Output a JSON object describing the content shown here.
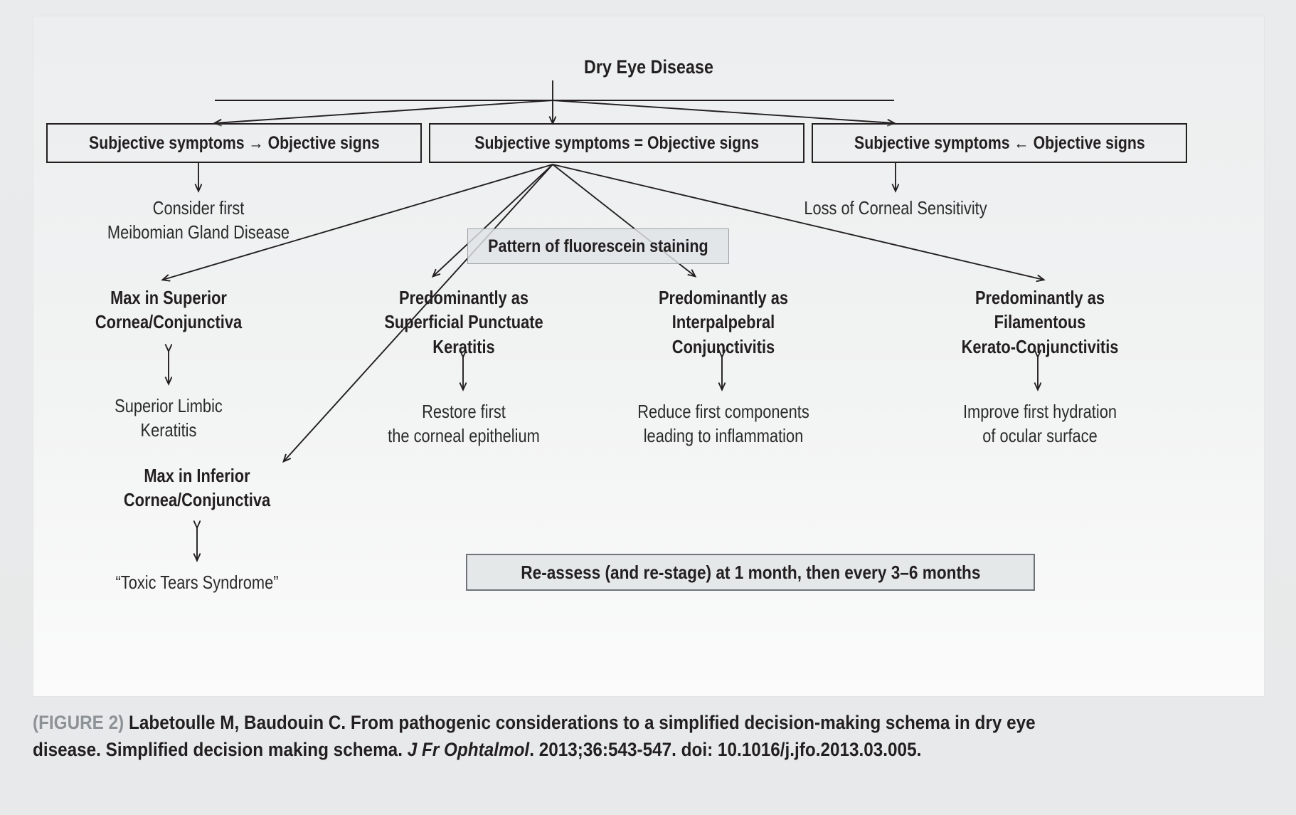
{
  "figure": {
    "title": "Dry Eye Disease",
    "top_boxes": [
      {
        "label": "Subjective symptoms → Objective signs"
      },
      {
        "label": "Subjective symptoms = Objective signs"
      },
      {
        "label": "Subjective symptoms ← Objective signs"
      }
    ],
    "pattern_box": "Pattern of fluorescein staining",
    "left_branch": {
      "line1": "Consider first",
      "line2": "Meibomian Gland Disease"
    },
    "right_branch": {
      "line1": "Loss of Corneal Sensitivity"
    },
    "branches": [
      {
        "heading": [
          "Max in Superior",
          "Cornea/Conjunctiva"
        ],
        "detail": [
          "Superior Limbic",
          "Keratitis"
        ]
      },
      {
        "heading": [
          "Predominantly as",
          "Superficial Punctuate",
          "Keratitis"
        ],
        "detail": [
          "Restore first",
          "the corneal epithelium"
        ]
      },
      {
        "heading": [
          "Predominantly as",
          "Interpalpebral",
          "Conjunctivitis"
        ],
        "detail": [
          "Reduce first components",
          "leading to inflammation"
        ]
      },
      {
        "heading": [
          "Predominantly as",
          "Filamentous",
          "Kerato-Conjunctivitis"
        ],
        "detail": [
          "Improve first hydration",
          "of ocular surface"
        ]
      },
      {
        "heading": [
          "Max in Inferior",
          "Cornea/Conjunctiva"
        ],
        "detail": [
          "“Toxic Tears Syndrome”"
        ]
      }
    ],
    "reassess": "Re-assess (and re-stage) at 1 month, then every 3–6 months",
    "caption": {
      "fig_tag": "(FIGURE 2)",
      "line1_rest": " Labetoulle M, Baudouin C. From pathogenic considerations to a simplified decision-making schema in dry eye",
      "line2_a": "disease. Simplified decision making schema. ",
      "line2_journal": "J Fr Ophtalmol",
      "line2_b": ". 2013;36:543-547. doi: 10.1016/j.jfo.2013.03.005."
    },
    "colors": {
      "ink": "#231f20",
      "figtag_gray": "#8d9296",
      "card_bg": "#f2f3f3",
      "page_bg": "#e9ebec",
      "shade_box": "#dfe3e6"
    }
  }
}
